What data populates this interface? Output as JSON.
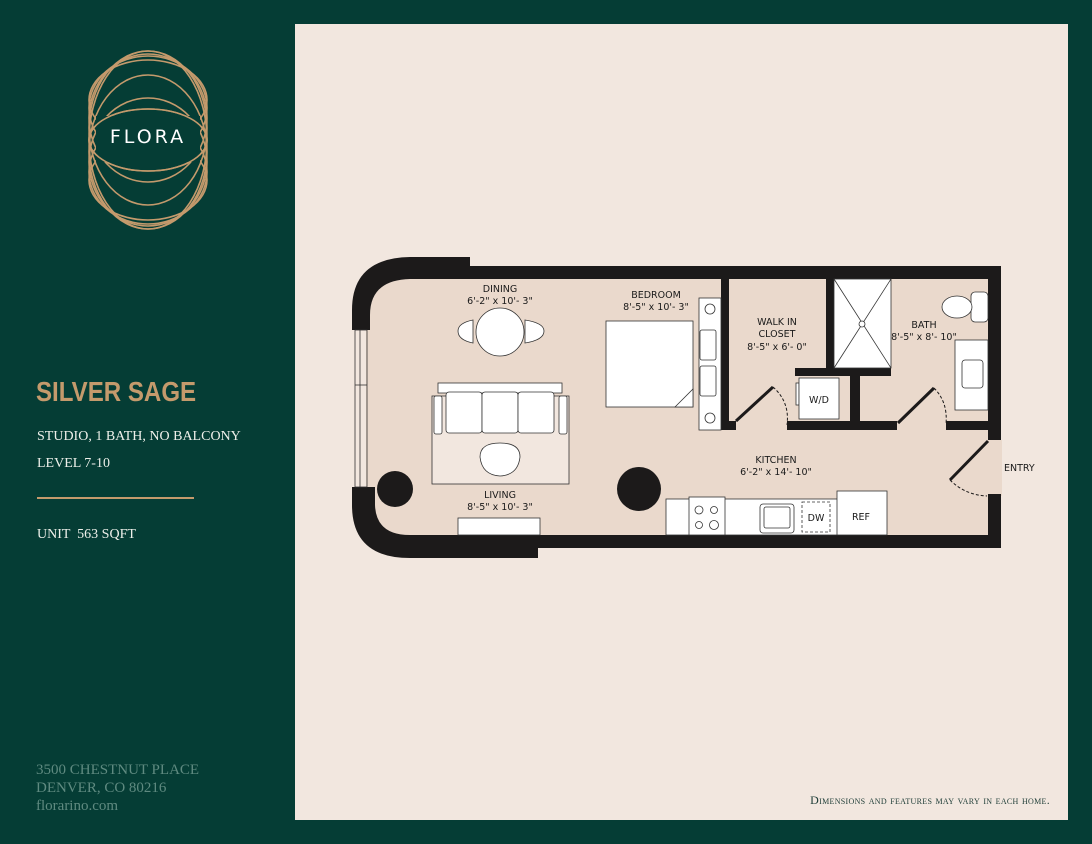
{
  "brand": {
    "logo_text": "FLORA",
    "logo_icon": "concentric-ellipses-logo-icon"
  },
  "unit": {
    "name": "SILVER SAGE",
    "layout": "STUDIO, 1 BATH, NO BALCONY",
    "levels": "LEVEL 7-10",
    "size": "UNIT  563 SQFT"
  },
  "address": {
    "line1": "3500 CHESTNUT PLACE",
    "line2": "DENVER, CO 80216",
    "website": "florarino.com"
  },
  "floorplan": {
    "rooms": [
      {
        "name": "DINING",
        "dimensions": "6'-2\" x 10'- 3\""
      },
      {
        "name": "BEDROOM",
        "dimensions": "8'-5\" x 10'- 3\""
      },
      {
        "name": "WALK IN",
        "name2": "CLOSET",
        "dimensions": "8'-5\" x 6'- 0\""
      },
      {
        "name": "BATH",
        "dimensions": "8'-5\" x 8'- 10\""
      },
      {
        "name": "LIVING",
        "dimensions": "8'-5\" x 10'- 3\""
      },
      {
        "name": "KITCHEN",
        "dimensions": "6'-2\" x 14'- 10\""
      }
    ],
    "fixtures": {
      "washer_dryer": "W/D",
      "dishwasher": "DW",
      "refrigerator": "REF"
    },
    "entry_label": "ENTRY"
  },
  "disclaimer": "Dimensions and features may vary in each home.",
  "colors": {
    "sidebar_bg": "#053d35",
    "accent_gold": "#c49a6c",
    "panel_bg": "#f2e7df",
    "floor_fill": "#ead9cc",
    "wall": "#1c1a1a"
  }
}
